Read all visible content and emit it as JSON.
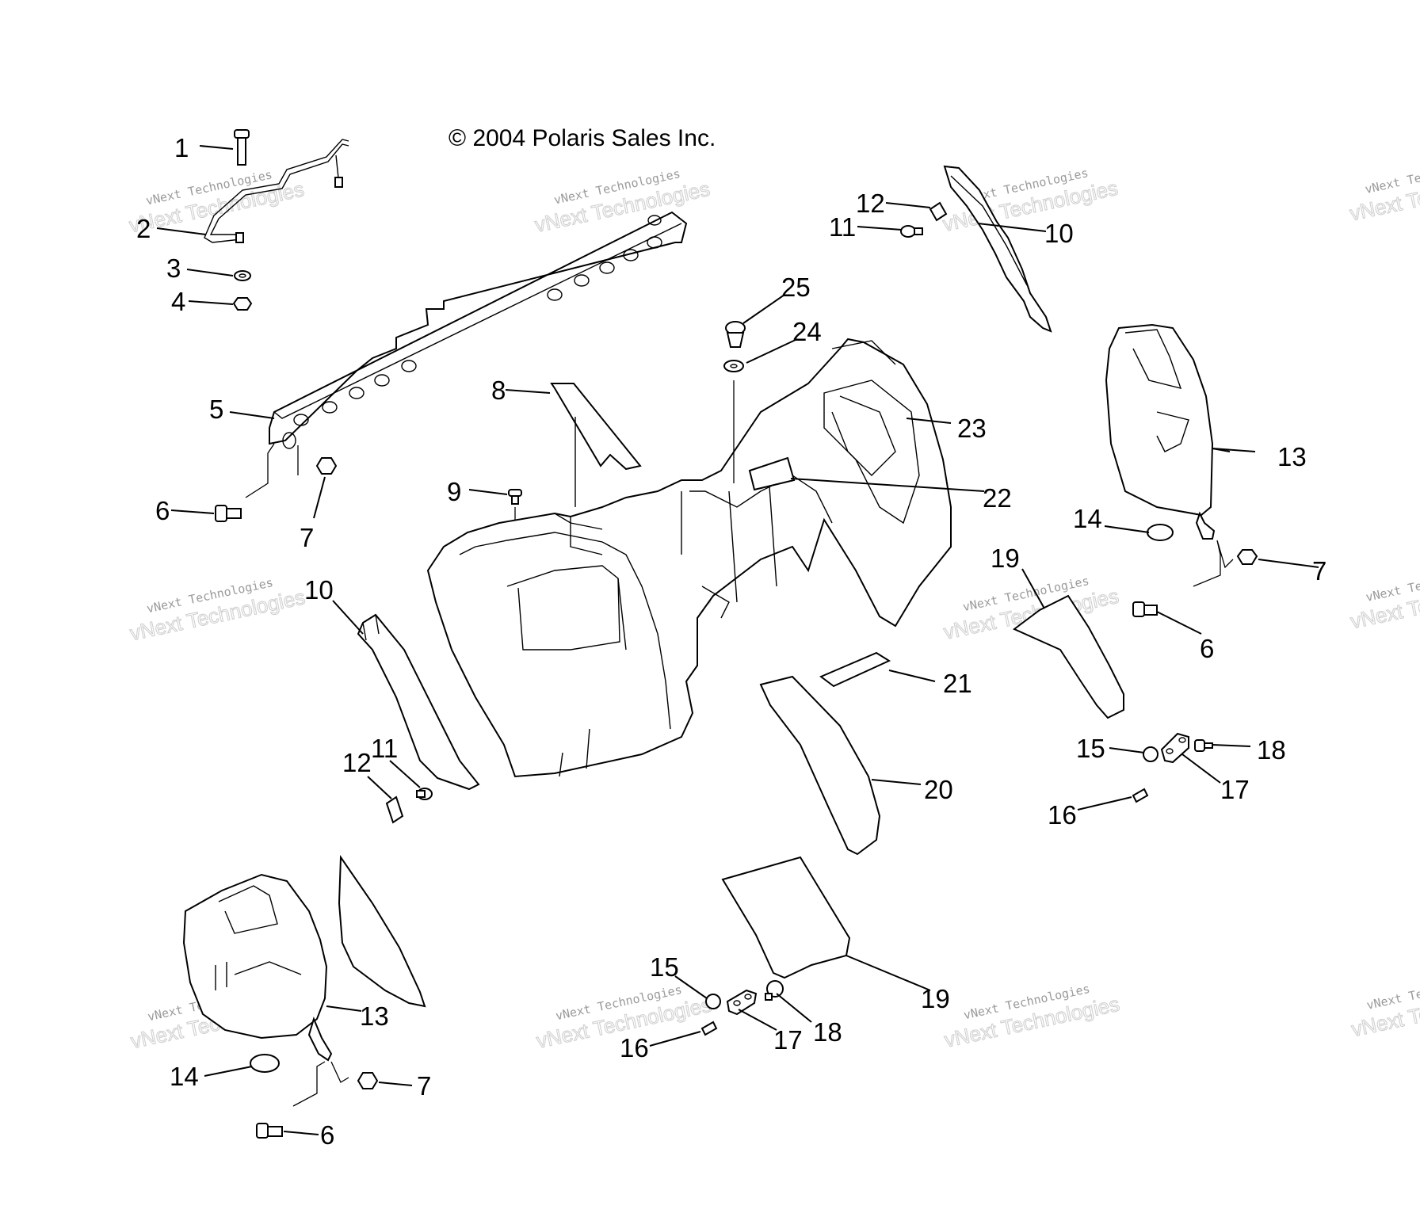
{
  "copyright": "© 2004 Polaris Sales Inc.",
  "watermark": {
    "brand": "vNext Technologies",
    "big": "vNext Technologies"
  },
  "callouts": [
    {
      "id": "c1",
      "label": "1"
    },
    {
      "id": "c2",
      "label": "2"
    },
    {
      "id": "c3",
      "label": "3"
    },
    {
      "id": "c4",
      "label": "4"
    },
    {
      "id": "c5",
      "label": "5"
    },
    {
      "id": "c6a",
      "label": "6"
    },
    {
      "id": "c7a",
      "label": "7"
    },
    {
      "id": "c8",
      "label": "8"
    },
    {
      "id": "c9",
      "label": "9"
    },
    {
      "id": "c10a",
      "label": "10"
    },
    {
      "id": "c11a",
      "label": "11"
    },
    {
      "id": "c12a",
      "label": "12"
    },
    {
      "id": "c10b",
      "label": "10"
    },
    {
      "id": "c11b",
      "label": "11"
    },
    {
      "id": "c12b",
      "label": "12"
    },
    {
      "id": "c13a",
      "label": "13"
    },
    {
      "id": "c14a",
      "label": "14"
    },
    {
      "id": "c7b",
      "label": "7"
    },
    {
      "id": "c6b",
      "label": "6"
    },
    {
      "id": "c19a",
      "label": "19"
    },
    {
      "id": "c15a",
      "label": "15"
    },
    {
      "id": "c18a",
      "label": "18"
    },
    {
      "id": "c17a",
      "label": "17"
    },
    {
      "id": "c16a",
      "label": "16"
    },
    {
      "id": "c25",
      "label": "25"
    },
    {
      "id": "c24",
      "label": "24"
    },
    {
      "id": "c23",
      "label": "23"
    },
    {
      "id": "c22",
      "label": "22"
    },
    {
      "id": "c21",
      "label": "21"
    },
    {
      "id": "c20",
      "label": "20"
    },
    {
      "id": "c13b",
      "label": "13"
    },
    {
      "id": "c14b",
      "label": "14"
    },
    {
      "id": "c7c",
      "label": "7"
    },
    {
      "id": "c6c",
      "label": "6"
    },
    {
      "id": "c15b",
      "label": "15"
    },
    {
      "id": "c16b",
      "label": "16"
    },
    {
      "id": "c17b",
      "label": "17"
    },
    {
      "id": "c18b",
      "label": "18"
    },
    {
      "id": "c19b",
      "label": "19"
    }
  ]
}
